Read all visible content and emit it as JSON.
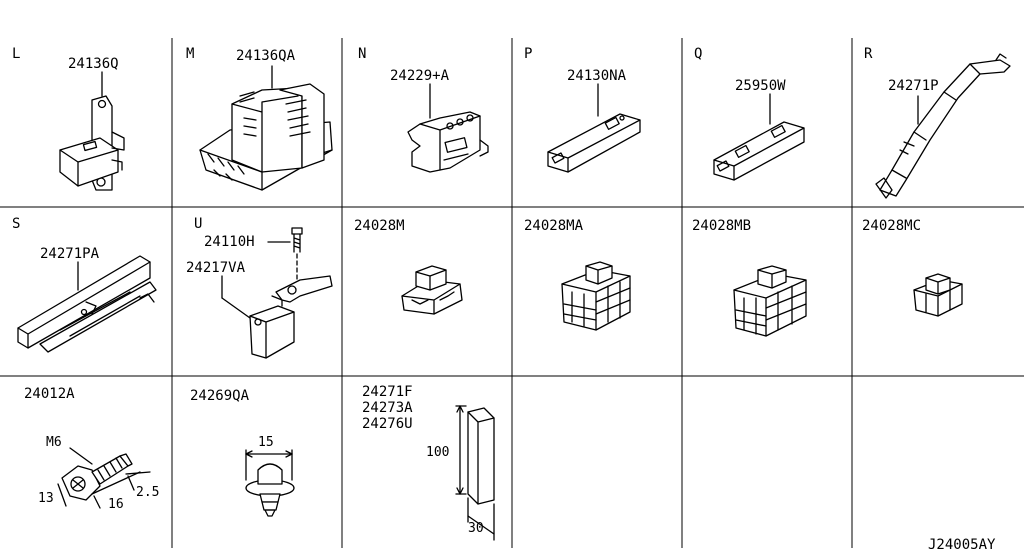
{
  "diagram_code": "J24005AY",
  "cells": [
    {
      "letter": "L",
      "parts": [
        "24136Q"
      ]
    },
    {
      "letter": "M",
      "parts": [
        "24136QA"
      ]
    },
    {
      "letter": "N",
      "parts": [
        "24229+A"
      ]
    },
    {
      "letter": "P",
      "parts": [
        "24130NA"
      ]
    },
    {
      "letter": "Q",
      "parts": [
        "25950W"
      ]
    },
    {
      "letter": "R",
      "parts": [
        "24271P"
      ]
    },
    {
      "letter": "S",
      "parts": [
        "24271PA"
      ]
    },
    {
      "letter": "U",
      "parts": [
        "24110H",
        "24217VA"
      ]
    },
    {
      "letter": "",
      "parts": [
        "24028M"
      ]
    },
    {
      "letter": "",
      "parts": [
        "24028MA"
      ]
    },
    {
      "letter": "",
      "parts": [
        "24028MB"
      ]
    },
    {
      "letter": "",
      "parts": [
        "24028MC"
      ]
    },
    {
      "letter": "",
      "parts": [
        "24012A"
      ]
    },
    {
      "letter": "",
      "parts": [
        "24269QA"
      ]
    },
    {
      "letter": "",
      "parts": [
        "24271F",
        "24273A",
        "24276U"
      ]
    }
  ],
  "dimensions": {
    "bolt_thread": "M6",
    "bolt_head": "13",
    "bolt_length": "16",
    "bolt_tip": "2.5",
    "clip_width": "15",
    "pad_length": "100",
    "pad_width": "30"
  }
}
